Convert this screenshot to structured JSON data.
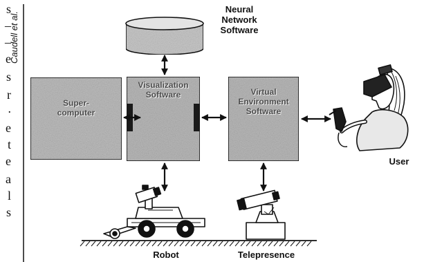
{
  "margin_letters": [
    "s",
    "–",
    "–",
    "e",
    "s",
    "r",
    ".",
    "e",
    "t",
    "e",
    "a",
    "l",
    "s"
  ],
  "credit": "Caudell et al.",
  "nodes": {
    "neural_network": "Neural\nNetwork\nSoftware",
    "supercomputer": "Super-\ncomputer",
    "visualization": "Visualization\nSoftware",
    "virtual_environment": "Virtual\nEnvironment\nSoftware",
    "user": "User",
    "robot": "Robot",
    "telepresence": "Telepresence"
  },
  "colors": {
    "box_fill": "#b8b8b8",
    "line": "#111111",
    "port": "#1a1a1a"
  }
}
